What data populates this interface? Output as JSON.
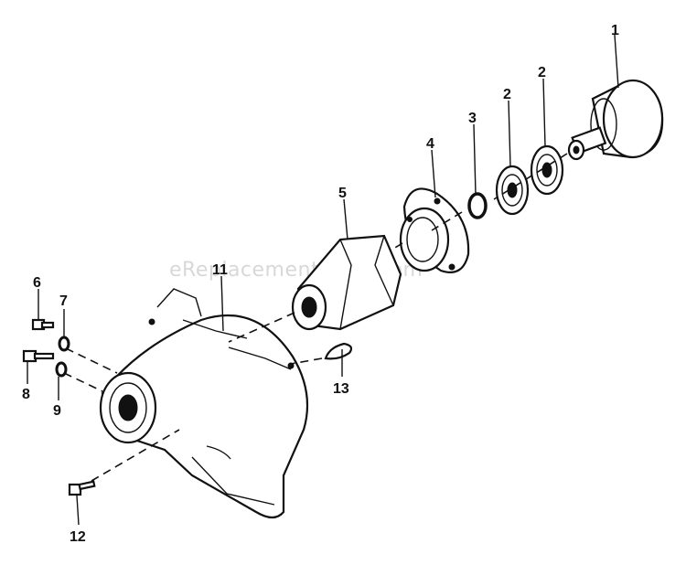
{
  "watermark": "eReplacementParts.com",
  "callouts": [
    {
      "id": "callout-1",
      "label": "1"
    },
    {
      "id": "callout-2a",
      "label": "2"
    },
    {
      "id": "callout-2b",
      "label": "2"
    },
    {
      "id": "callout-3",
      "label": "3"
    },
    {
      "id": "callout-4",
      "label": "4"
    },
    {
      "id": "callout-5",
      "label": "5"
    },
    {
      "id": "callout-6",
      "label": "6"
    },
    {
      "id": "callout-7",
      "label": "7"
    },
    {
      "id": "callout-8",
      "label": "8"
    },
    {
      "id": "callout-9",
      "label": "9"
    },
    {
      "id": "callout-11",
      "label": "11"
    },
    {
      "id": "callout-12",
      "label": "12"
    },
    {
      "id": "callout-13",
      "label": "13"
    }
  ]
}
